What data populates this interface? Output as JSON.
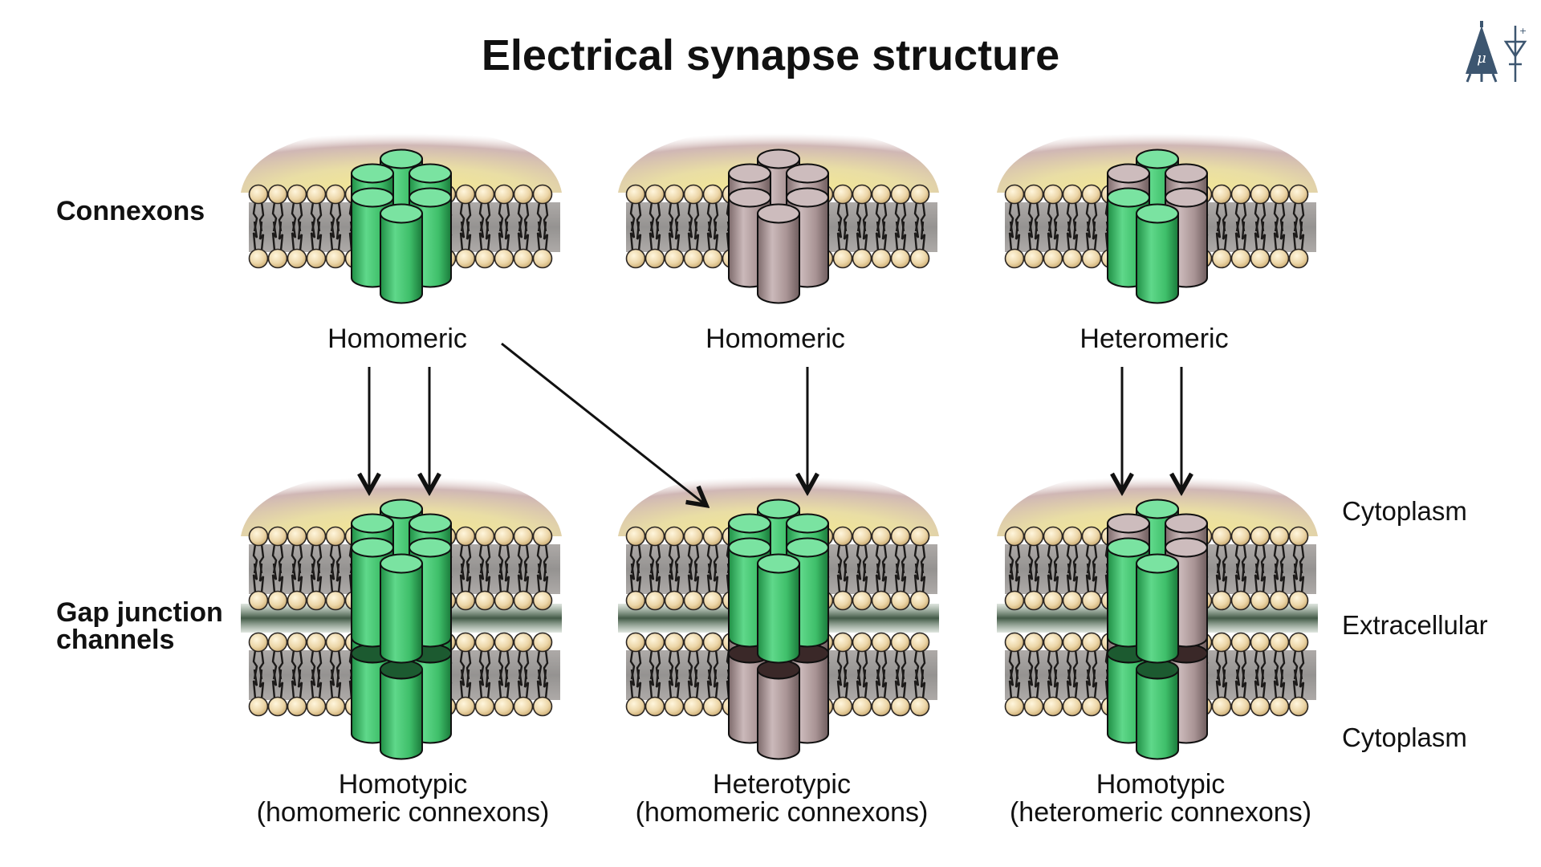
{
  "title": "Electrical synapse structure",
  "row_labels": {
    "connexons": "Connexons",
    "gap_junction_line1": "Gap junction",
    "gap_junction_line2": "channels"
  },
  "connexon_captions": [
    "Homomeric",
    "Homomeric",
    "Heteromeric"
  ],
  "channel_captions": [
    {
      "line1": "Homotypic",
      "line2": "(homomeric connexons)"
    },
    {
      "line1": "Heterotypic",
      "line2": "(homomeric connexons)"
    },
    {
      "line1": "Homotypic",
      "line2": "(heteromeric connexons)"
    }
  ],
  "side_labels": {
    "top": "Cytoplasm",
    "middle": "Extracellular",
    "bottom": "Cytoplasm"
  },
  "colors": {
    "connexin_green": "#3fbf6a",
    "connexin_grey": "#a89394",
    "lipid_head": "#ecd6a8",
    "cytoplasm_yellow": "#f2e38c",
    "cytoplasm_mauve": "#c9b2b2",
    "extracellular_dark": "#3b4d3d"
  },
  "connexon_patterns": [
    [
      "green",
      "green",
      "green",
      "green",
      "green",
      "green"
    ],
    [
      "grey",
      "grey",
      "grey",
      "grey",
      "grey",
      "grey"
    ],
    [
      "grey",
      "green",
      "grey",
      "green",
      "green",
      "grey"
    ]
  ],
  "logo_icon": "neuron-pyramid-logo-icon"
}
